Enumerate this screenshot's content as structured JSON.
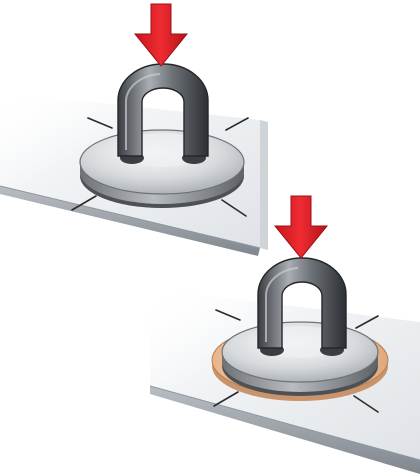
{
  "figure": {
    "panels": [
      {
        "id": "top",
        "name": "u-loop-on-disc-press",
        "arrow_color": "#e3242b",
        "ring_color": null
      },
      {
        "id": "bottom",
        "name": "u-loop-on-disc-with-ring-press",
        "arrow_color": "#e3242b",
        "ring_color": "#f6cfa6"
      }
    ],
    "colors": {
      "plate_top": "#e9ecef",
      "plate_edge": "#9aa1a8",
      "disc_light": "#f3f4f5",
      "disc_dark": "#6f7378",
      "loop_light": "#a2a7ad",
      "loop_dark": "#2f3236"
    },
    "icons": [
      "down-arrow-icon",
      "u-loop-icon"
    ]
  }
}
